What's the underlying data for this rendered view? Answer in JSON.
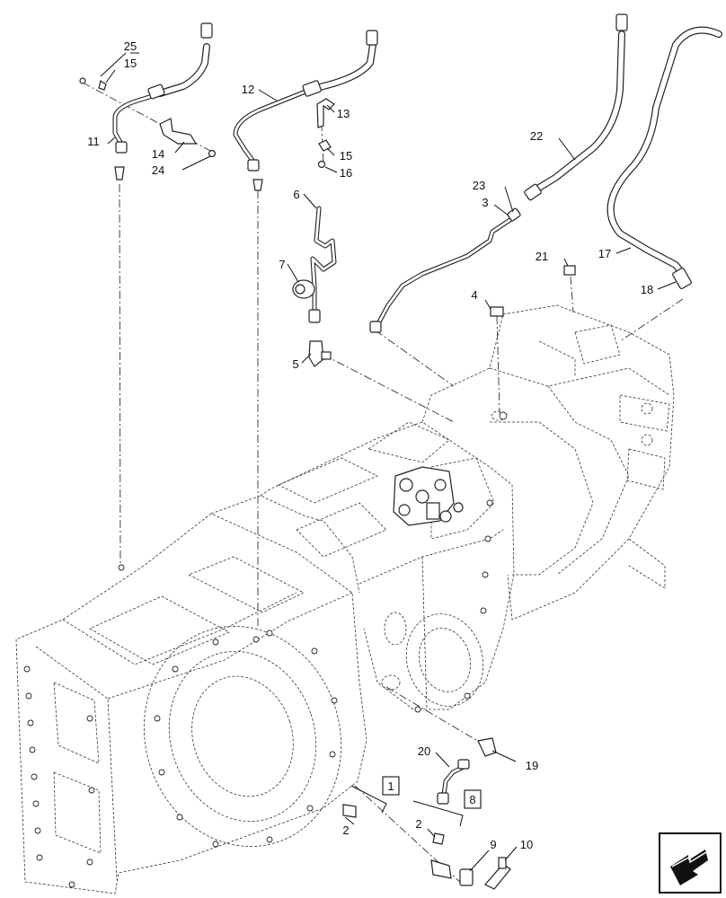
{
  "callouts": {
    "c1": "1",
    "c2a": "2",
    "c2b": "2",
    "c3": "3",
    "c4": "4",
    "c5": "5",
    "c6": "6",
    "c7": "7",
    "c8": "8",
    "c9": "9",
    "c10": "10",
    "c11": "11",
    "c12": "12",
    "c13": "13",
    "c14": "14",
    "c15a": "15",
    "c15b": "15",
    "c16": "16",
    "c17": "17",
    "c18": "18",
    "c19": "19",
    "c20": "20",
    "c21": "21",
    "c22": "22",
    "c23": "23",
    "c24": "24",
    "c25": "25"
  },
  "icons": {
    "navigation": "arrow-view-icon"
  }
}
